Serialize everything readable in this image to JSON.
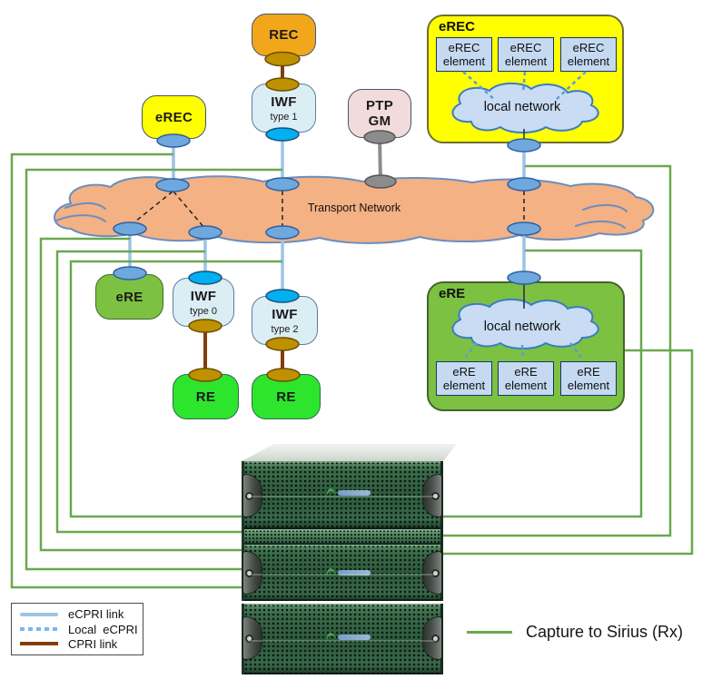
{
  "nodes": {
    "rec": {
      "label": "REC"
    },
    "iwf_type1": {
      "label": "IWF",
      "sublabel": "type 1"
    },
    "ptp_gm": {
      "line1": "PTP",
      "line2": "GM"
    },
    "erec": {
      "label": "eREC"
    },
    "ere": {
      "label": "eRE"
    },
    "iwf_type0": {
      "label": "IWF",
      "sublabel": "type 0"
    },
    "iwf_type2": {
      "label": "IWF",
      "sublabel": "type 2"
    },
    "re_left": {
      "label": "RE"
    },
    "re_right": {
      "label": "RE"
    }
  },
  "groups": {
    "erec_group": {
      "title": "eREC",
      "cloud_label": "local network",
      "elements": [
        "eREC element",
        "eREC element",
        "eREC element"
      ]
    },
    "ere_group": {
      "title": "eRE",
      "cloud_label": "local network",
      "elements": [
        "eRE element",
        "eRE element",
        "eRE element"
      ]
    }
  },
  "transport": {
    "label": "Transport Network"
  },
  "legend": {
    "items": [
      {
        "label": "eCPRI link",
        "style": "solid",
        "color": "#9DC3E6"
      },
      {
        "label": "Local  eCPRI",
        "style": "dashed",
        "color": "#7EB6E8"
      },
      {
        "label": "CPRI link",
        "style": "solid",
        "color": "#843C0C"
      }
    ]
  },
  "capture": {
    "label": "Capture to Sirius (Rx)",
    "color": "#6AA84F"
  },
  "colors": {
    "transport_cloud": "#F4B183",
    "cloud_border": "#6C8EBF",
    "local_cloud": "#C9DCF3",
    "node_yellow": "#FFFF00",
    "node_orange": "#F2A71B",
    "node_green": "#7CC142",
    "node_bright_green": "#2EE52E",
    "node_pale_cyan": "#DBEEF4",
    "node_pink": "#F2DCDB",
    "element_box": "#C5D9F1",
    "ellipse_blue": "#6FA8DC",
    "ellipse_cyan": "#00B0F0",
    "ellipse_olive": "#BF9000",
    "ellipse_gray": "#8C8C8C"
  }
}
